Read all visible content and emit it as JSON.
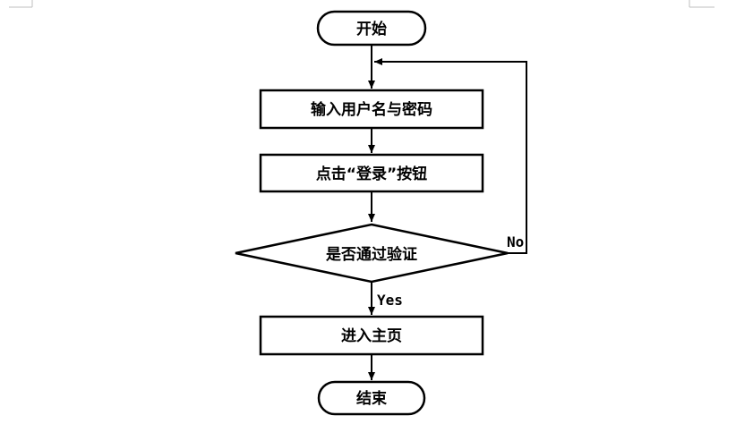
{
  "flowchart": {
    "nodes": {
      "start": "开始",
      "input": "输入用户名与密码",
      "click_login": "点击“登录”按钮",
      "decision": "是否通过验证",
      "enter_home": "进入主页",
      "end": "结束"
    },
    "edges": {
      "no_label": "No",
      "yes_label": "Yes"
    }
  }
}
